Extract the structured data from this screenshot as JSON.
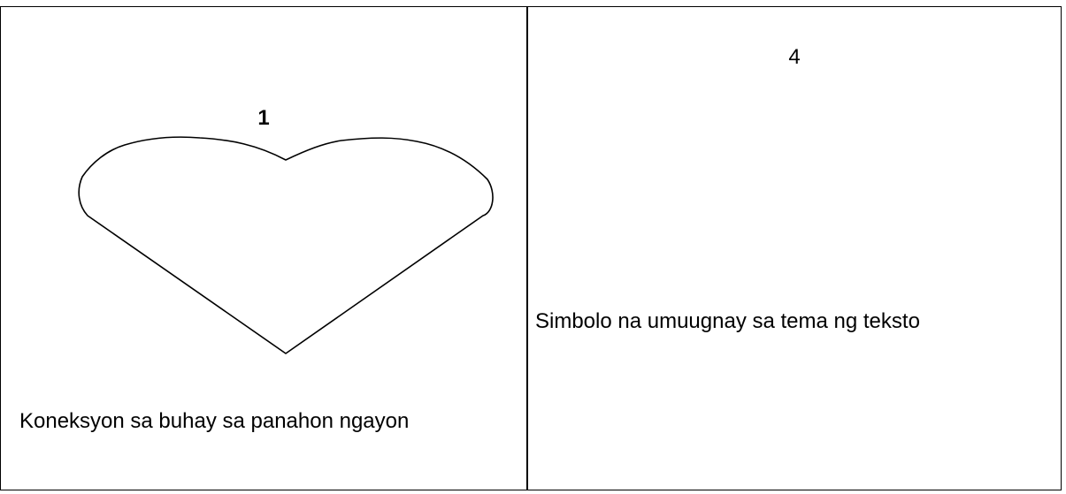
{
  "left_cell": {
    "number": "1",
    "caption": "Koneksyon sa buhay sa panahon ngayon",
    "shape": "heart-outline"
  },
  "right_cell": {
    "number": "4",
    "caption": "Simbolo na umuugnay sa tema ng teksto"
  },
  "colors": {
    "border": "#000000",
    "background": "#ffffff",
    "text": "#000000"
  }
}
